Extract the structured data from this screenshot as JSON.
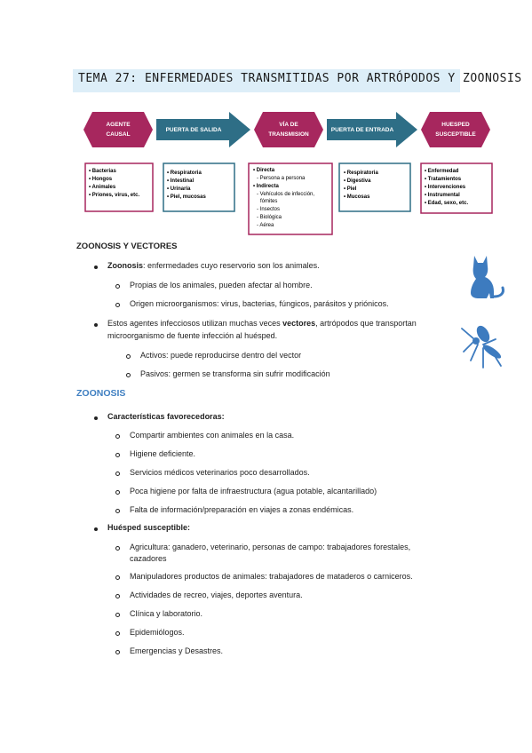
{
  "title": "TEMA 27: ENFERMEDADES TRANSMITIDAS POR ARTRÓPODOS Y ZOONOSIS",
  "diagram": {
    "agente": [
      "AGENTE",
      "CAUSAL"
    ],
    "salida": "PUERTA DE SALIDA",
    "via": [
      "VÍA DE",
      "TRANSMISION"
    ],
    "entrada": "PUERTA DE ENTRADA",
    "huesped": [
      "HUESPED",
      "SUSCEPTIBLE"
    ],
    "box1": [
      "• Bacterias",
      "• Hongos",
      "• Animales",
      "• Priones, virus, etc."
    ],
    "box2": [
      "• Respiratoria",
      "• Intestinal",
      "• Urinaria",
      "• Piel, mucosas"
    ],
    "box3": [
      "• Directa",
      "  - Persona a persona",
      "• Indirecta",
      "  - Vehículos de infección,",
      "    fómites",
      "  - Insectos",
      "  - Biológica",
      "  - Aérea"
    ],
    "box4": [
      "• Respiratoria",
      "• Digestiva",
      "• Piel",
      "• Mucosas"
    ],
    "box5": [
      "• Enfermedad",
      "• Tratamientos",
      "• Intervenciones",
      "• Instrumental",
      "• Edad, sexo, etc."
    ],
    "colors": {
      "hexagon": "#a7275e",
      "arrow": "#2e6e86",
      "box_pink": "#a7275e",
      "box_teal": "#2e6e86"
    }
  },
  "sec1": {
    "heading": "ZOONOSIS Y VECTORES",
    "b1_bold": "Zoonosis",
    "b1_rest": ": enfermedades cuyo reservorio son los animales.",
    "b1_sub1": "Propias de los animales, pueden afectar al hombre.",
    "b1_sub2": "Origen microorganismos: virus, bacterias, fúngicos, parásitos y priónicos.",
    "b2_pre": "Estos agentes infecciosos utilizan muchas veces ",
    "b2_bold": "vectores",
    "b2_post": ", artrópodos que transportan",
    "b2_line2": "microorganismo de fuente infección al huésped.",
    "b2_sub1": "Activos: puede reproducirse dentro del vector",
    "b2_sub2": "Pasivos: germen se transforma sin sufrir modificación"
  },
  "sec2": {
    "heading": "ZOONOSIS",
    "c_head": "Características favorecedoras:",
    "c_items": [
      "Compartir ambientes con animales en la casa.",
      "Higiene deficiente.",
      "Servicios médicos veterinarios poco desarrollados.",
      "Poca higiene por falta de infraestructura (agua potable, alcantarillado)",
      "Falta de información/preparación en viajes a zonas endémicas."
    ],
    "h_head": "Huésped susceptible:",
    "h_item1_l1": "Agricultura: ganadero, veterinario, personas de campo: trabajadores forestales,",
    "h_item1_l2": "cazadores",
    "h_items": [
      "Manipuladores productos de animales: trabajadores de mataderos o carniceros.",
      "Actividades de recreo, viajes, deportes aventura.",
      "Clínica y laboratorio.",
      "Epidemiólogos.",
      "Emergencias y Desastres."
    ]
  },
  "icons": {
    "cat": "cat-icon",
    "mosquito": "mosquito-icon",
    "color": "#3d7bbf"
  }
}
